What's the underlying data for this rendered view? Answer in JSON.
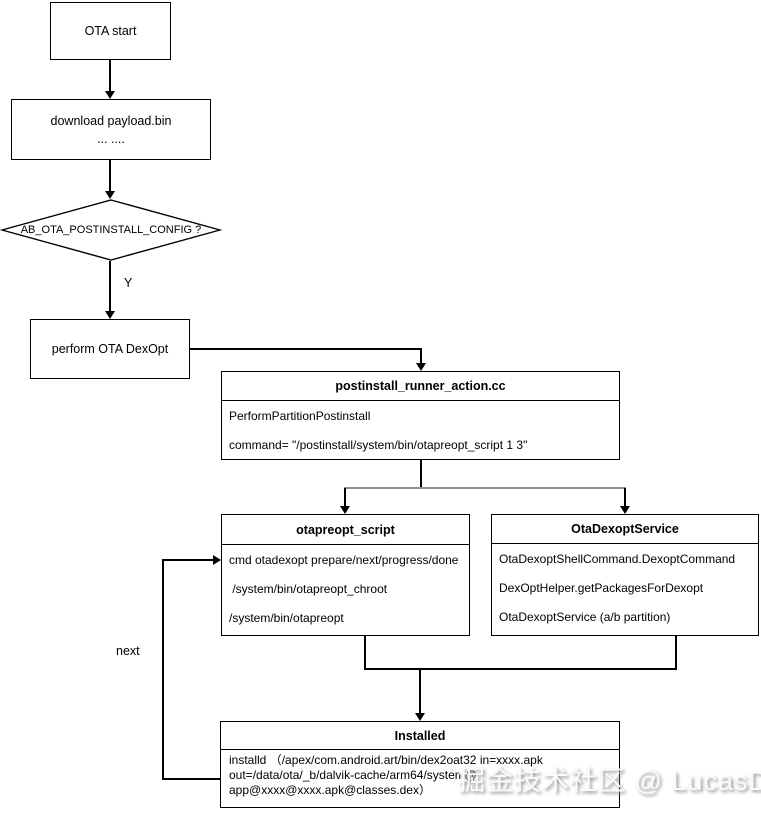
{
  "diagram": {
    "nodes": {
      "ota_start": {
        "label": "OTA start"
      },
      "download": {
        "line1": "download payload.bin",
        "line2": "... ...."
      },
      "decision": {
        "label": "AB_OTA_POSTINSTALL_CONFIG ?",
        "yes_label": "Y"
      },
      "perform_dexopt": {
        "label": "perform OTA DexOpt"
      },
      "postinstall_runner": {
        "title": "postinstall_runner_action.cc",
        "lines": [
          "PerformPartitionPostinstall",
          "command= \"/postinstall/system/bin/otapreopt_script 1 3\""
        ]
      },
      "otapreopt_script": {
        "title": "otapreopt_script",
        "lines": [
          "cmd otadexopt prepare/next/progress/done",
          " /system/bin/otapreopt_chroot",
          "/system/bin/otapreopt"
        ]
      },
      "ota_dexopt_service": {
        "title": "OtaDexoptService",
        "lines": [
          "OtaDexoptShellCommand.DexoptCommand",
          "DexOptHelper.getPackagesForDexopt",
          "OtaDexoptService (a/b partition)"
        ]
      },
      "installed": {
        "title": "Installed",
        "lines": [
          "installd （/apex/com.android.art/bin/dex2oat32 in=xxxx.apk",
          "out=/data/ota/_b/dalvik-cache/arm64/system@",
          "app@xxxx@xxxx.apk@classes.dex）"
        ]
      }
    },
    "edge_labels": {
      "next": "next"
    },
    "watermark": "掘金技术社区 @ LucasD",
    "colors": {
      "line": "#000000",
      "split_line_gray": "#8f8f8f",
      "node_border": "#000000",
      "node_fill": "#ffffff",
      "text": "#000000",
      "watermark_shadow": "#8e8e8e"
    }
  }
}
